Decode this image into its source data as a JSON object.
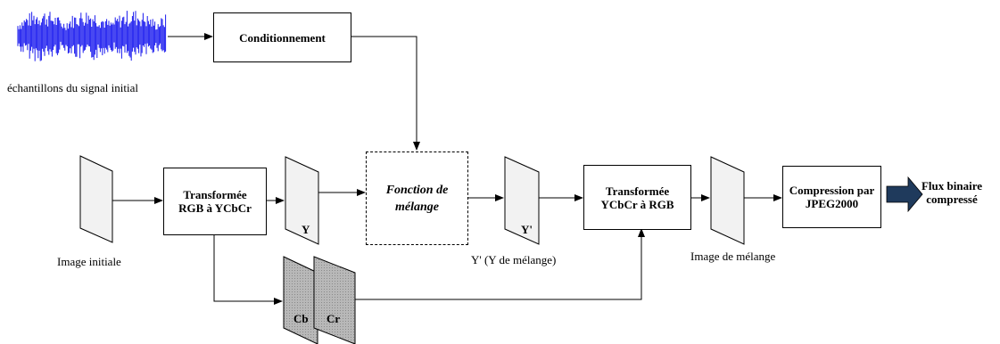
{
  "blocks": {
    "conditioning": "Conditionnement",
    "rgb_to_ycbcr": "Transformée RGB à YCbCr",
    "mixing": "Fonction de mélange",
    "ycbcr_to_rgb": "Transformée YCbCr à RGB",
    "compression": "Compression par JPEG2000"
  },
  "labels": {
    "signal_samples": "échantillons du signal initial",
    "initial_image": "Image initiale",
    "mixed_y": "Y' (Y de mélange)",
    "mixed_image": "Image de mélange",
    "output": "Flux binaire compressé"
  },
  "planes": {
    "y": "Y",
    "y_prime": "Y'",
    "cb": "Cb",
    "cr": "Cr"
  },
  "colors": {
    "waveform": "#1a1aee",
    "arrow_fill": "#1f3a5c",
    "plane_light": "#f2f2f2",
    "plane_dark": "#bdbdbd"
  }
}
